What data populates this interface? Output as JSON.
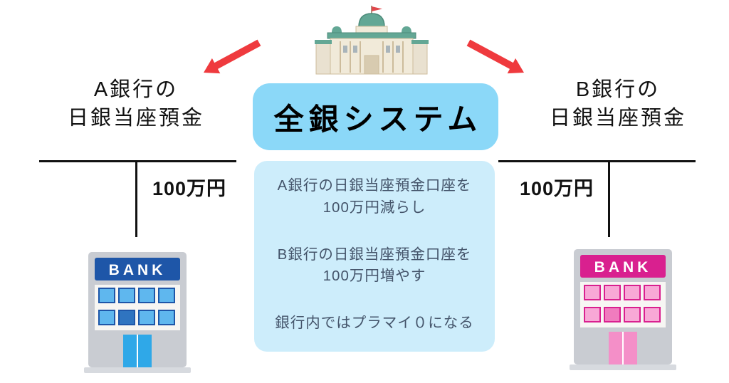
{
  "colors": {
    "title-box-bg": "#8BD8F8",
    "info-box-bg": "#CDEDFB",
    "info-text": "#44546A",
    "arrow-red": "#EF3A3E",
    "boj-roof": "#63A795",
    "boj-roof-line": "#4C8B7A",
    "boj-wall": "#F1EAD9",
    "boj-wall-line": "#CDBC9C",
    "bank-wall": "#C9CCD2",
    "bank-inner-wall": "#F7F6F3",
    "bank-base": "#D7DADF",
    "bank-a-accent": "#1E56A8",
    "bank-a-window": "#5FB7EE",
    "bank-a-window-dark": "#2F74C0",
    "bank-a-door": "#2FA8E8",
    "bank-b-accent": "#D9208F",
    "bank-b-window": "#F8A8D6",
    "bank-b-window-dark": "#F07CBE",
    "bank-b-door": "#F48FC8"
  },
  "central_system": {
    "title": "全銀システム",
    "steps": [
      {
        "line1": "A銀行の日銀当座預金口座を",
        "line2": "100万円減らし"
      },
      {
        "line1": "B銀行の日銀当座預金口座を",
        "line2": "100万円増やす"
      },
      {
        "line1": "銀行内ではプラマイ０になる",
        "line2": ""
      }
    ]
  },
  "left_account": {
    "name_line1": "A銀行の",
    "name_line2": "日銀当座預金",
    "amount": "100万円"
  },
  "right_account": {
    "name_line1": "B銀行の",
    "name_line2": "日銀当座預金",
    "amount": "100万円"
  },
  "bank_a": {
    "sign_text": "BANK"
  },
  "bank_b": {
    "sign_text": "BANK"
  }
}
